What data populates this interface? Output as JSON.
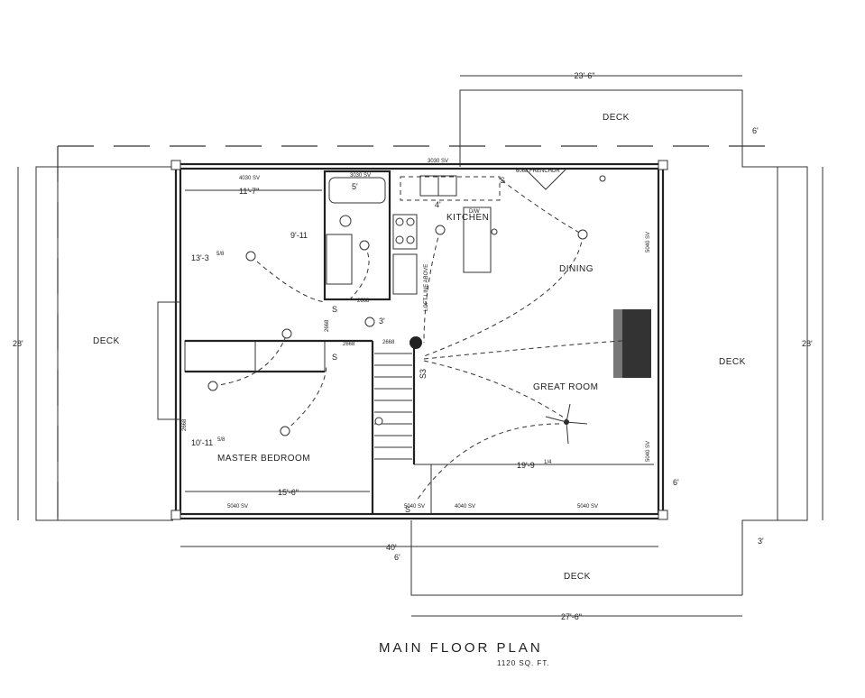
{
  "title": "MAIN FLOOR PLAN",
  "subtitle": "1120 SQ. FT.",
  "rooms": {
    "kitchen": "KITCHEN",
    "dining": "DINING",
    "great_room": "GREAT ROOM",
    "master_bedroom": "MASTER BEDROOM",
    "deck_left": "DECK",
    "deck_right": "DECK",
    "deck_top": "DECK",
    "deck_bottom": "DECK"
  },
  "dimensions": {
    "top_deck_width": "23'-6\"",
    "top_deck_depth": "6'",
    "left_height": "28'",
    "right_height": "28'",
    "overall_width": "40'",
    "bottom_deck_width": "27'-6\"",
    "bottom_deck_depth": "6'",
    "right_deck_depth": "6'",
    "right_deck_offset": "3'",
    "bedroom_width": "11'-7\"",
    "bedroom_depth": "13'-3",
    "bedroom_depth_frac": "5/8",
    "bath_depth": "9'-11",
    "bath_width": "5'",
    "kitchen_width": "4'",
    "stair_width": "3'",
    "master_depth": "10'-11",
    "master_depth_frac": "5/8",
    "master_width": "15'-6\"",
    "great_room_width": "19'-9",
    "great_room_width_frac": "1/4"
  },
  "annotations": {
    "window_4030": "4030 SV",
    "window_3030_a": "3030 SV",
    "window_3030_b": "3030 SV",
    "french_door": "6068 FRENCHDR",
    "window_5040_right_a": "5040 SV",
    "window_5040_right_b": "5040 SV",
    "window_5040_bottom_left": "5040 SV",
    "window_4040_bottom": "4040 SV",
    "window_5040_bottom_right": "5040 SV",
    "dw": "D/W",
    "loft_line": "LOFT LINE ABOVE",
    "door_2668_a": "2668",
    "door_2668_b": "2668",
    "door_2668_c": "2668",
    "door_2668_left": "2668",
    "door_2668_bath": "2668",
    "switch_s": "S",
    "switch_s3": "S3"
  }
}
